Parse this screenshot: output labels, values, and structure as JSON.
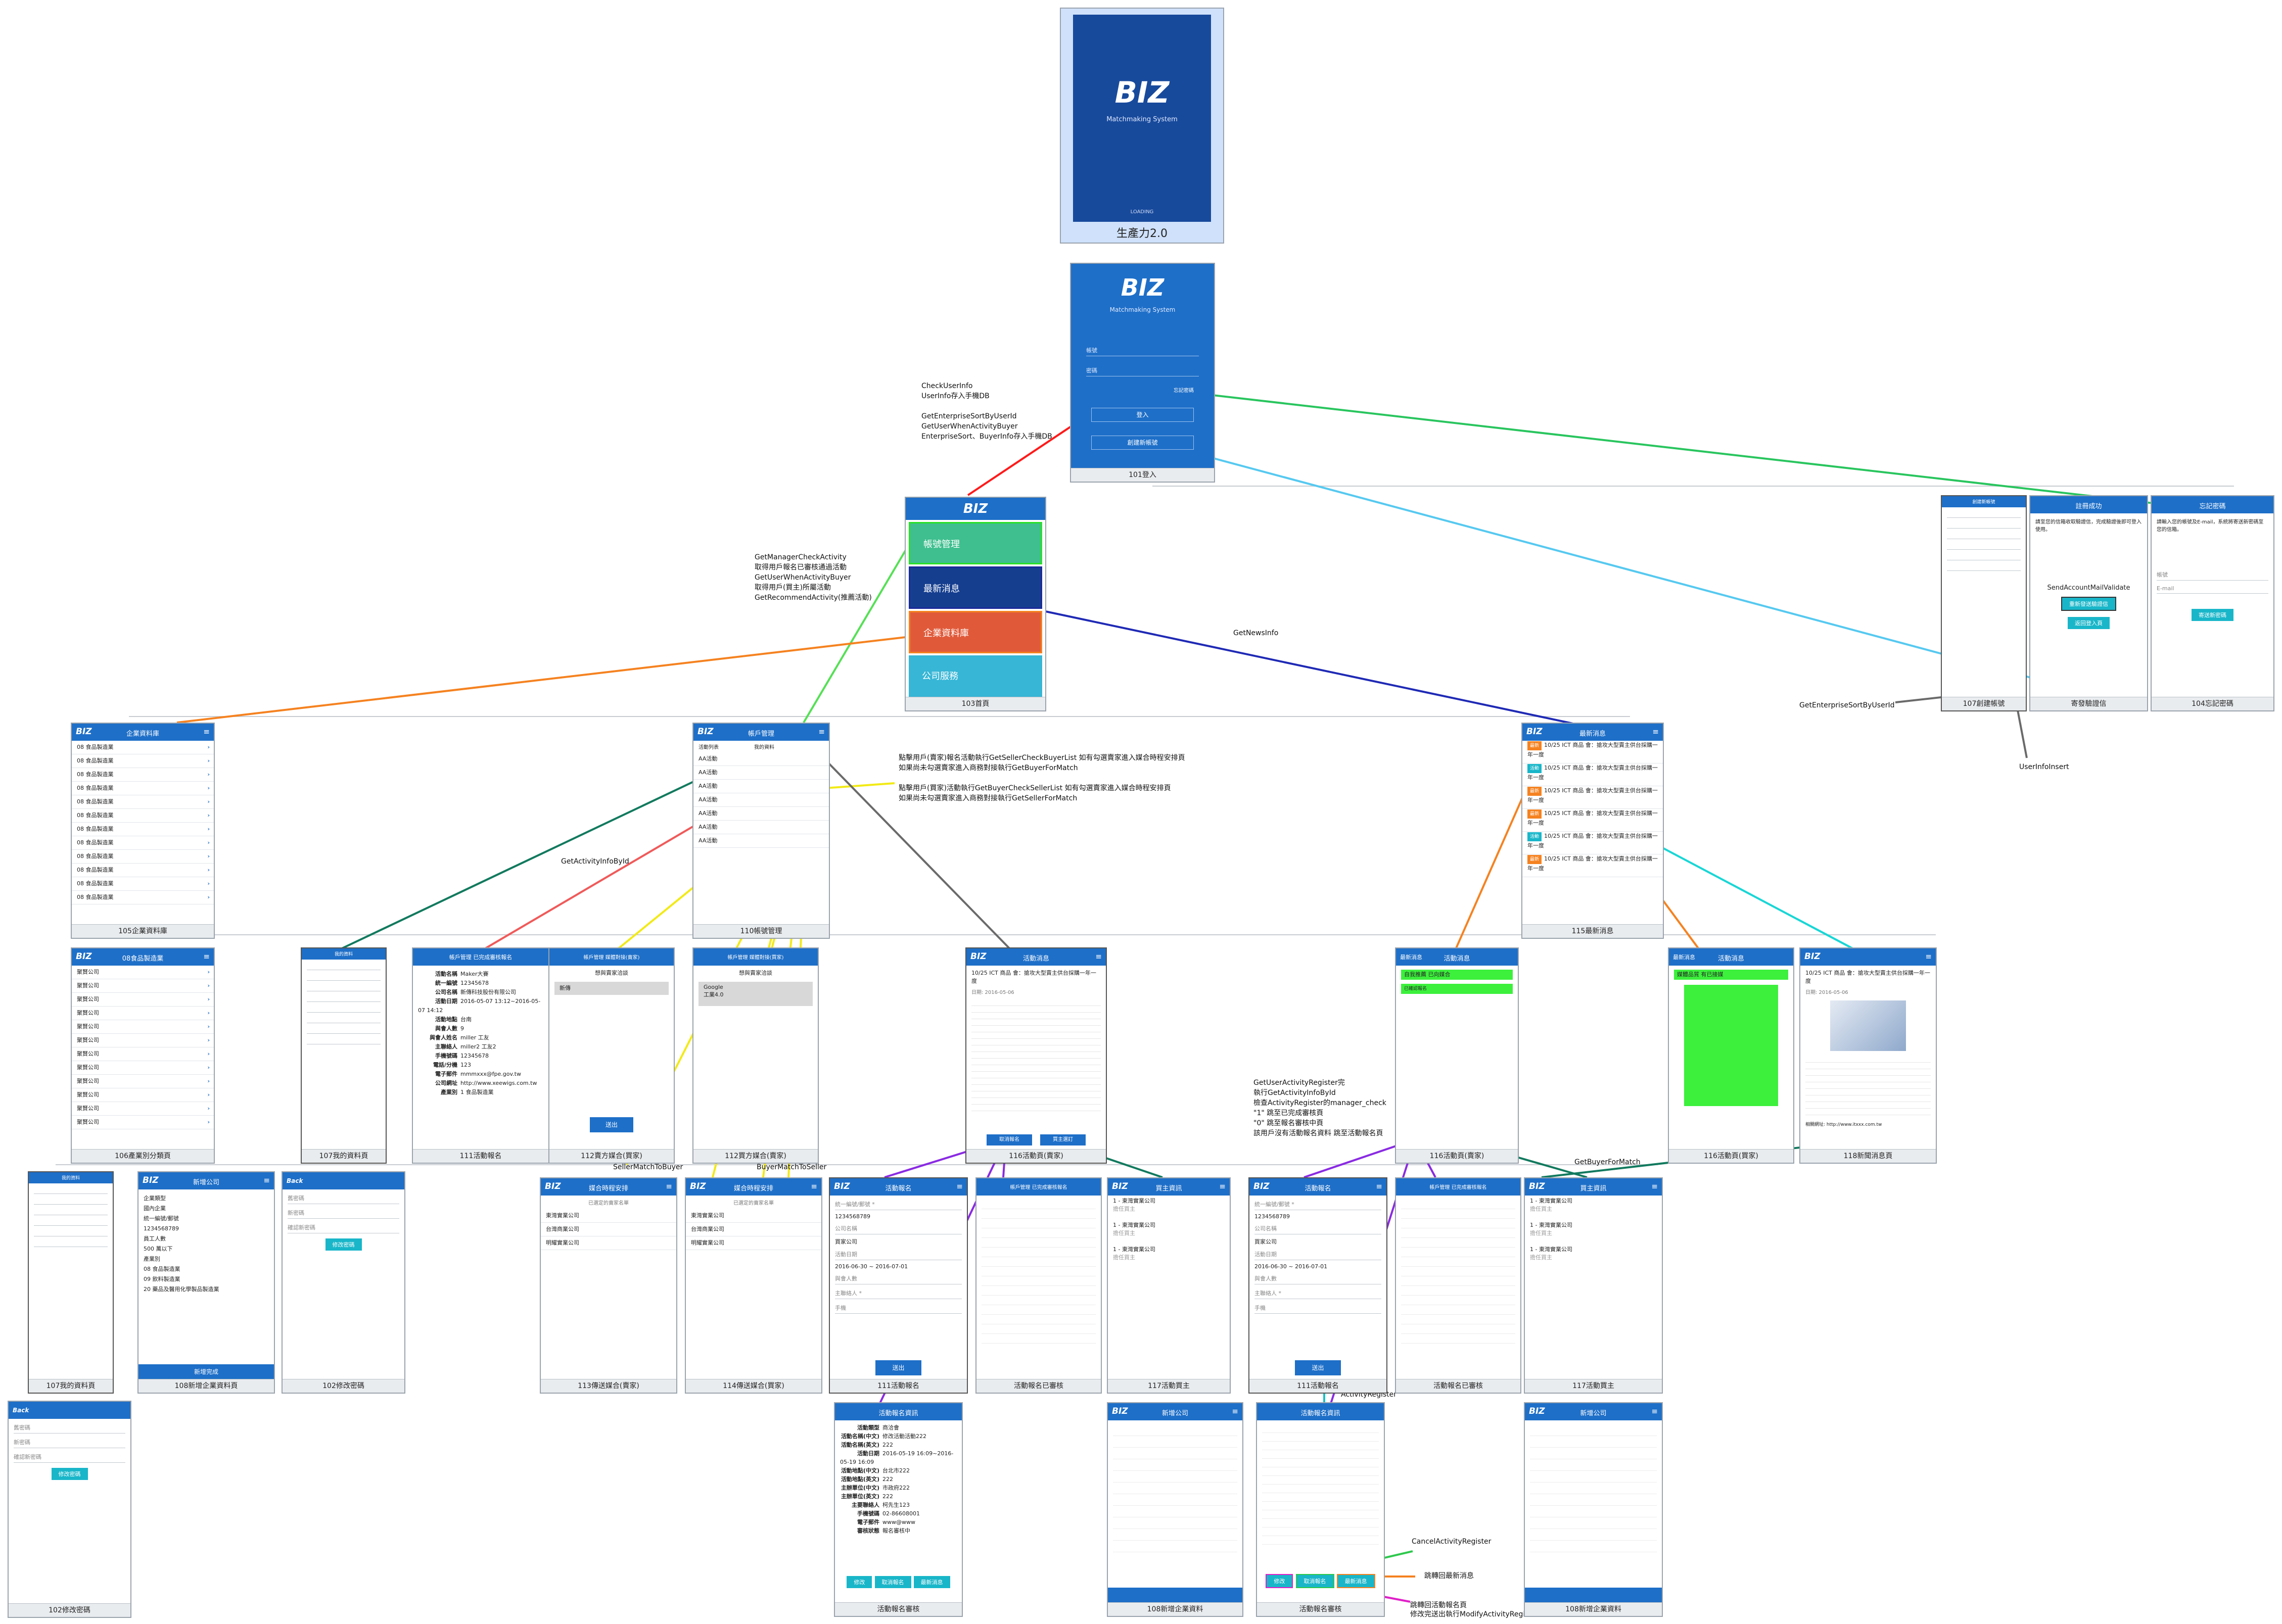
{
  "splash": {
    "logo": "BIZ",
    "subtitle": "Matchmaking System",
    "loading": "LOADING",
    "caption": "生產力2.0"
  },
  "login": {
    "logo": "BIZ",
    "subtitle": "Matchmaking System",
    "account_ph": "帳號",
    "password_ph": "密碼",
    "forgot": "忘記密碼",
    "login_btn": "登入",
    "register_btn": "創建新帳號",
    "caption": "101登入"
  },
  "home": {
    "logo": "BIZ",
    "tiles": [
      "帳號管理",
      "最新消息",
      "企業資料庫",
      "公司服務"
    ],
    "caption": "103首頁"
  },
  "reg_screens": [
    {
      "caption": "107創建帳號",
      "title": "創建新帳號"
    },
    {
      "caption": "寄發驗證信",
      "title": "註冊成功",
      "body": "請至您的信箱收取驗證信，完成驗證後即可登入使用。",
      "label": "SendAccountMailValidate",
      "btn1": "重新發送驗證信",
      "btn2": "返回登入頁"
    },
    {
      "caption": "104忘記密碼",
      "title": "忘記密碼",
      "body": "請輸入您的帳號及E-mail，系統將寄送新密碼至您的信箱。",
      "f1": "帳號",
      "f2": "E-mail",
      "btn": "寄送新密碼"
    }
  ],
  "annotations": {
    "login_calls": "CheckUserInfo\nUserInfo存入手機DB\n\nGetEnterpriseSortByUserId\nGetUserWhenActivityBuyer\nEnterpriseSort、BuyerInfo存入手機DB",
    "manager_calls": "GetManagerCheckActivity\n取得用戶報名已審核通過活動\nGetUserWhenActivityBuyer\n取得用戶(買主)所屬活動\nGetRecommendActivity(推薦活動)",
    "news": "GetNewsInfo",
    "get_enterprise": "GetEnterpriseSortByUserId",
    "user_insert": "UserInfoInsert",
    "match_notes": "點擊用戶(賣家)報名活動執行GetSellerCheckBuyerList 如有勾選賣家進入媒合時程安排頁\n如果尚未勾選賣家進入商務對接執行GetBuyerForMatch\n\n點擊用戶(買家)活動執行GetBuyerCheckSellerList 如有勾選賣家進入媒合時程安排頁\n如果尚未勾選賣家進入商務對接執行GetSellerForMatch",
    "activity_info": "GetActivityInfoById",
    "seller_match": "SellerMatchToBuyer",
    "buyer_match": "BuyerMatchToSeller",
    "register_flow": "GetUserActivityRegister完\n執行GetActivityInfoById\n檢查ActivityRegister的manager_check\n\"1\" 跳至已完成審核頁\n\"0\" 跳至報名審核中頁\n該用戶沒有活動報名資料 跳至活動報名頁",
    "buyer_for_match": "GetBuyerForMatch",
    "activity_register": "ActivityRegister",
    "cancel_register": "CancelActivityRegister",
    "jump_news": "跳轉回最新消息",
    "jump_register": "跳轉回活動報名頁\n修改完送出執行ModifyActivityRegister"
  },
  "row2": [
    {
      "caption": "105企業資料庫",
      "title": "企業資料庫",
      "rows": [
        "08 食品製造業",
        "08 食品製造業",
        "08 食品製造業",
        "08 食品製造業",
        "08 食品製造業",
        "08 食品製造業",
        "08 食品製造業",
        "08 食品製造業",
        "08 食品製造業",
        "08 食品製造業",
        "08 食品製造業",
        "08 食品製造業"
      ]
    },
    {
      "caption": "110帳號管理",
      "title": "帳戶管理",
      "tabs": [
        "活動列表",
        "我的資料"
      ],
      "rows": [
        "AA活動",
        "AA活動",
        "AA活動",
        "AA活動",
        "AA活動",
        "AA活動",
        "AA活動"
      ]
    },
    {
      "caption": "115最新消息",
      "title": "最新消息",
      "rows": [
        "10/25 ICT 商品 會：搶攻大型賣主供台採購一年一度",
        "10/25 ICT 商品 會：搶攻大型賣主供台採購一年一度",
        "10/25 ICT 商品 會：搶攻大型賣主供台採購一年一度",
        "10/25 ICT 商品 會：搶攻大型賣主供台採購一年一度",
        "10/25 ICT 商品 會：搶攻大型賣主供台採購一年一度",
        "10/25 ICT 商品 會：搶攻大型賣主供台採購一年一度"
      ]
    }
  ],
  "row3": [
    {
      "caption": "106產業別分類頁",
      "title": "08食品製造業",
      "rows": [
        "聚賢公司",
        "聚賢公司",
        "聚賢公司",
        "聚賢公司",
        "聚賢公司",
        "聚賢公司",
        "聚賢公司",
        "聚賢公司",
        "聚賢公司",
        "聚賢公司",
        "聚賢公司",
        "聚賢公司"
      ]
    },
    {
      "caption": "107我的資料頁",
      "title": "我的資料"
    },
    {
      "caption": "111活動報名",
      "title": "帳戶管理 已完成審核報名",
      "kv": [
        [
          "活動名稱",
          "Maker大賽"
        ],
        [
          "統一編號",
          "12345678"
        ],
        [
          "公司名稱",
          "新傳科技股份有限公司"
        ],
        [
          "活動日期",
          "2016-05-07 13:12~2016-05-07 14:12"
        ],
        [
          "活動地點",
          "台南"
        ],
        [
          "與會人數",
          "9"
        ],
        [
          "與會人姓名",
          "miller 工友"
        ],
        [
          "主聯絡人",
          "miller2 工友2"
        ],
        [
          "手機號碼",
          "12345678"
        ],
        [
          "電話/分機",
          "123"
        ],
        [
          "電子郵件",
          "mmmxxx@fpe.gov.tw"
        ],
        [
          "公司網址",
          "http://www.xeewigs.com.tw"
        ],
        [
          "產業別",
          "1 食品製造業"
        ]
      ]
    },
    {
      "caption": "112賣方媒合(買家)",
      "title": "帳戶管理 媒體對接(賣家)",
      "sub": "想與賣家洽談",
      "item": "新傳"
    },
    {
      "caption": "112買方媒合(賣家)",
      "title": "帳戶管理 媒體對接(買家)",
      "sub": "想與賣家洽談",
      "item": "Google",
      "item_sub": "工業4.0"
    },
    {
      "caption": "116活動頁(賣家)",
      "title": "活動消息",
      "head": "10/25 ICT 商品 會：搶攻大型賣主供台採購一年一度",
      "date": "日期: 2016-05-06",
      "btn1": "取消報名",
      "btn2": "買主選訂"
    },
    {
      "caption": "116活動頁(賣家)",
      "title": "活動消息",
      "tab": "最新消息",
      "sub1": "自我推薦 已向媒合",
      "sub2": "已確認報名"
    },
    {
      "caption": "116活動頁(買家)",
      "title": "活動消息",
      "tab": "最新消息",
      "sub1": "媒體品質 有已接媒"
    },
    {
      "caption": "118新聞消息頁",
      "title": "",
      "head": "10/25 ICT 商品 會：搶攻大型賣主供台採購一年一度",
      "date": "日期: 2016-05-06",
      "link": "相關網址: http://www.itxxx.com.tw"
    }
  ],
  "row4": [
    {
      "caption": "107我的資料頁",
      "title": "我的資料"
    },
    {
      "caption": "108新增企業資料頁",
      "title": "新增公司",
      "kv": [
        [
          "企業類型",
          "國內企業"
        ],
        [
          "統一編號/郵號",
          "1234568789"
        ],
        [
          "員工人數",
          "500 萬以下"
        ],
        [
          "產業別",
          "08 食品製造業"
        ],
        [
          "",
          "09 飲料製造業"
        ],
        [
          "",
          "20 藥品及醫用化學製品製造業"
        ]
      ],
      "btn": "新增完成"
    },
    {
      "caption": "102修改密碼",
      "title": "Back",
      "f": [
        "舊密碼",
        "新密碼",
        "確認新密碼"
      ],
      "btn": "修改密碼"
    },
    {
      "caption": "113傳送媒合(賣家)",
      "title": "媒合時程安排",
      "sub": "已選定的賣家名單",
      "rows": [
        "東灣實業公司",
        "台灣商業公司",
        "明耀實業公司"
      ]
    },
    {
      "caption": "114傳送媒合(買家)",
      "title": "媒合時程安排",
      "sub": "已選定的賣家名單",
      "rows": [
        "東灣實業公司",
        "台灣商業公司",
        "明耀實業公司"
      ]
    },
    {
      "caption": "111活動報名",
      "title": "活動報名",
      "f": [
        "統一編號/郵號 *",
        "1234568789",
        "公司名稱",
        "買家公司",
        "活動日期",
        "2016-06-30 ~ 2016-07-01",
        "與會人數",
        "主聯絡人 *",
        "手機"
      ],
      "btn": "送出"
    },
    {
      "caption": "活動報名已審核",
      "title": "帳戶管理 已完成審核報名"
    },
    {
      "caption": "117活動買主",
      "title": "買主資訊",
      "rows": [
        "1 - 東灣實業公司",
        "擔任買主",
        "1 - 東灣實業公司",
        "擔任買主",
        "1 - 東灣實業公司",
        "擔任買主"
      ]
    },
    {
      "caption": "111活動報名",
      "title": "活動報名",
      "f": [
        "統一編號/郵號 *",
        "1234568789",
        "公司名稱",
        "買家公司",
        "活動日期",
        "2016-06-30 ~ 2016-07-01",
        "與會人數",
        "主聯絡人 *",
        "手機"
      ],
      "btn": "送出"
    },
    {
      "caption": "活動報名已審核",
      "title": "帳戶管理 已完成審核報名"
    },
    {
      "caption": "117活動買主",
      "title": "買主資訊",
      "rows": [
        "1 - 東灣實業公司",
        "擔任買主",
        "1 - 東灣實業公司",
        "擔任買主",
        "1 - 東灣實業公司",
        "擔任買主"
      ]
    }
  ],
  "row5": [
    {
      "caption": "102修改密碼",
      "title": "Back",
      "f": [
        "舊密碼",
        "新密碼",
        "確認新密碼"
      ],
      "btn": "修改密碼"
    },
    {
      "caption": "活動報名審核",
      "title": "活動報名資訊",
      "kv": [
        [
          "活動類型",
          "商洽會"
        ],
        [
          "活動名稱(中文)",
          "修改活動活動222"
        ],
        [
          "活動名稱(英文)",
          "222"
        ],
        [
          "活動日期",
          "2016-05-19 16:09~2016-05-19 16:09"
        ],
        [
          "活動地點(中文)",
          "台北市222"
        ],
        [
          "活動地點(英文)",
          "222"
        ],
        [
          "主辦單位(中文)",
          "市政府222"
        ],
        [
          "主辦單位(英文)",
          "222"
        ],
        [
          "主要聯絡人",
          "柯先生123"
        ],
        [
          "手機號碼",
          "02-86608001"
        ],
        [
          "電子郵件",
          "www@www"
        ],
        [
          "審核狀態",
          "報名審核中"
        ]
      ],
      "btns": [
        "修改",
        "取消報名",
        "最新消息"
      ]
    },
    {
      "caption": "108新增企業資料",
      "title": "新增公司"
    },
    {
      "caption": "活動報名審核",
      "title": "活動報名資訊",
      "btns": [
        "修改",
        "取消報名",
        "最新消息"
      ]
    },
    {
      "caption": "108新增企業資料",
      "title": "新增公司"
    }
  ]
}
